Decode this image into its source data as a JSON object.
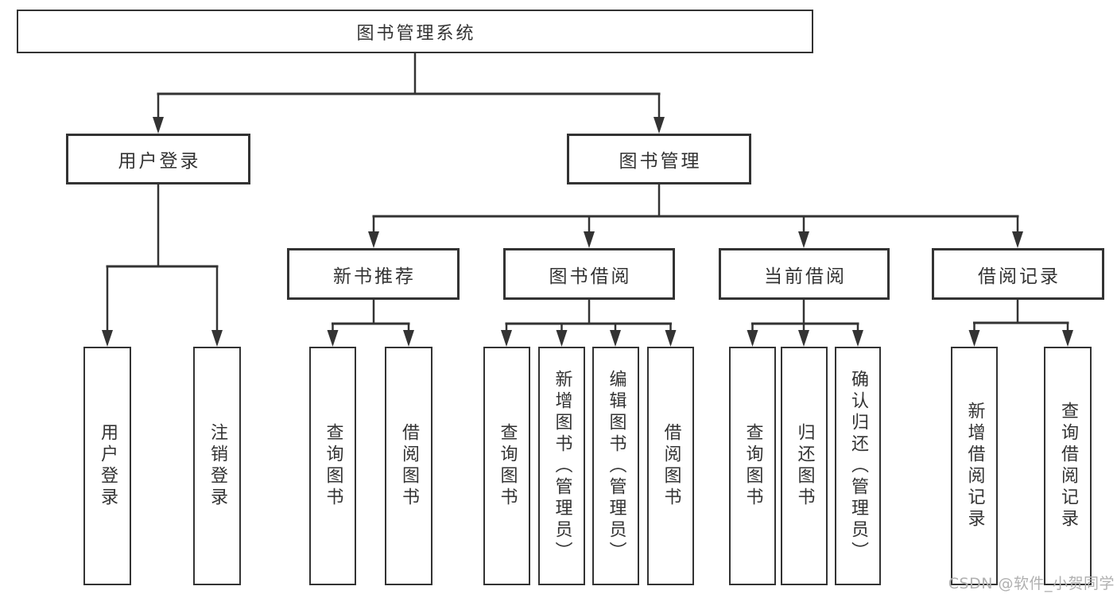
{
  "diagram": {
    "type": "hierarchy-tree",
    "colors": {
      "line": "#333333",
      "box_border": "#333333",
      "text": "#333333",
      "background": "#ffffff",
      "watermark_text": "#b0b0b0"
    }
  },
  "tree": {
    "root": {
      "label": "图书管理系统",
      "children": [
        {
          "label": "用户登录",
          "children": [
            {
              "label": "用户登录"
            },
            {
              "label": "注销登录"
            }
          ]
        },
        {
          "label": "图书管理",
          "children": [
            {
              "label": "新书推荐",
              "children": [
                {
                  "label": "查询图书"
                },
                {
                  "label": "借阅图书"
                }
              ]
            },
            {
              "label": "图书借阅",
              "children": [
                {
                  "label": "查询图书"
                },
                {
                  "label": "新增图书（管理员）"
                },
                {
                  "label": "编辑图书（管理员）"
                },
                {
                  "label": "借阅图书"
                }
              ]
            },
            {
              "label": "当前借阅",
              "children": [
                {
                  "label": "查询图书"
                },
                {
                  "label": "归还图书"
                },
                {
                  "label": "确认归还（管理员）"
                }
              ]
            },
            {
              "label": "借阅记录",
              "children": [
                {
                  "label": "新增借阅记录"
                },
                {
                  "label": "查询借阅记录"
                }
              ]
            }
          ]
        }
      ]
    }
  },
  "watermark": {
    "text": "CSDN @软件_小贺同学"
  }
}
